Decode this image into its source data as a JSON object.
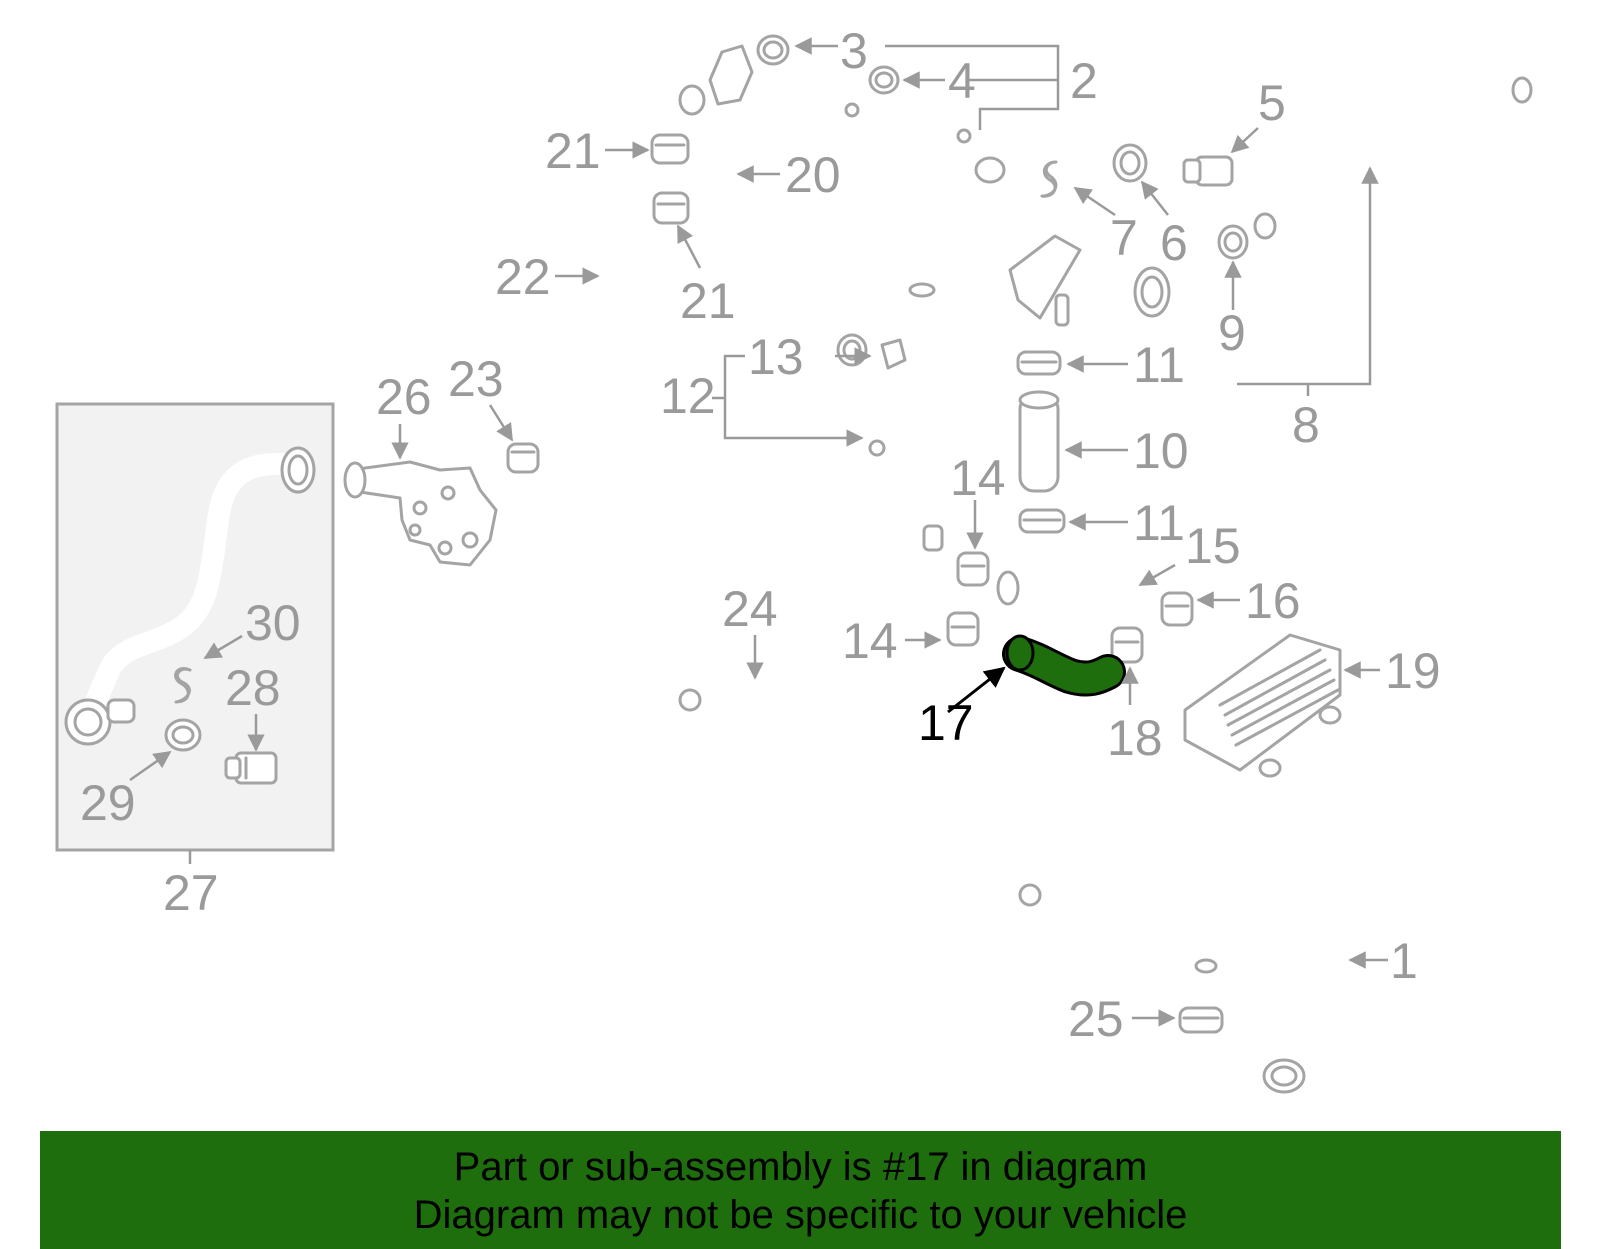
{
  "diagram": {
    "highlight_color": "#1e6e0e",
    "highlighted_part": "17",
    "callouts": [
      {
        "id": "1",
        "label": "1"
      },
      {
        "id": "2",
        "label": "2"
      },
      {
        "id": "3",
        "label": "3"
      },
      {
        "id": "4",
        "label": "4"
      },
      {
        "id": "5",
        "label": "5"
      },
      {
        "id": "6",
        "label": "6"
      },
      {
        "id": "7",
        "label": "7"
      },
      {
        "id": "8",
        "label": "8"
      },
      {
        "id": "9",
        "label": "9"
      },
      {
        "id": "10",
        "label": "10"
      },
      {
        "id": "11a",
        "label": "11"
      },
      {
        "id": "11b",
        "label": "11"
      },
      {
        "id": "12",
        "label": "12"
      },
      {
        "id": "13",
        "label": "13"
      },
      {
        "id": "14a",
        "label": "14"
      },
      {
        "id": "14b",
        "label": "14"
      },
      {
        "id": "15",
        "label": "15"
      },
      {
        "id": "16",
        "label": "16"
      },
      {
        "id": "17",
        "label": "17"
      },
      {
        "id": "18",
        "label": "18"
      },
      {
        "id": "19",
        "label": "19"
      },
      {
        "id": "20",
        "label": "20"
      },
      {
        "id": "21a",
        "label": "21"
      },
      {
        "id": "21b",
        "label": "21"
      },
      {
        "id": "22",
        "label": "22"
      },
      {
        "id": "23",
        "label": "23"
      },
      {
        "id": "24",
        "label": "24"
      },
      {
        "id": "25",
        "label": "25"
      },
      {
        "id": "26",
        "label": "26"
      },
      {
        "id": "27",
        "label": "27"
      },
      {
        "id": "28",
        "label": "28"
      },
      {
        "id": "29",
        "label": "29"
      },
      {
        "id": "30",
        "label": "30"
      }
    ]
  },
  "banner": {
    "line1": "Part or sub-assembly is #17 in diagram",
    "line2": "Diagram may not be specific to your vehicle",
    "background": "#1e6e0e"
  }
}
